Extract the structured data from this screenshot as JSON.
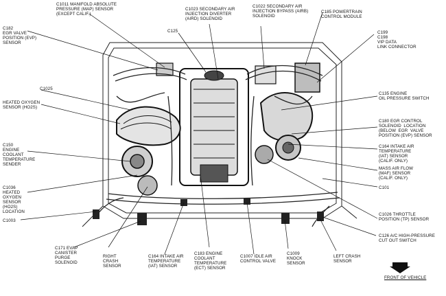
{
  "labels": {
    "c1011": "C1011 MANIFOLD ABSOLUTE\nPRESSURE (MAP) SENSOR\n(EXCEPT CALIF.)",
    "c182": "C182\nEGR VALVE\nPOSITION (EVP)\nSENSOR",
    "c1023": "C1023 SECONDARY AIR\nINJECTION DIVERTER\n(AIRD) SOLENOID",
    "c1022": "C1022 SECONDARY AIR\nINJECTION BYPASS (AIRB)\nSOLENOID",
    "c185": "C185 POWERTRAIN\nCONTROL MODULE",
    "c125": "C125",
    "c199": "C199\nC198\nVIP DATA\nLINK CONNECTOR",
    "c1025": "C1025",
    "ho2s": "HEATED OXYGEN\nSENSOR (HO2S)",
    "c135": "C135 ENGINE\nOIL PRESSURE SWITCH",
    "c180": "C180 EGR CONTROL\nSOLENOID  LOCATION\n(BELOW  EGR  VALVE\nPOSITION (EVP) SENSOR",
    "c150": "C150\nENGINE\nCOOLANT\nTEMPERATURE\nSENDER",
    "c164r": "C164 INTAKE AIR\nTEMPERATURE\n(IAT) SENSOR\n(CALIF. ONLY)",
    "maf": "MASS AIR FLOW\n(MAF) SENSOR\n(CALIF. ONLY)",
    "c1036": "C1036\nHEATED\nOXYGEN\nSENSOR\n(HO2S)\nLOCATION",
    "c101": "C101",
    "c1026": "C1026 THROTTLE\nPOSITION (TP) SENSOR",
    "c1003": "C1003",
    "c126": "C126 A/C HIGH-PRESSURE\nCUT OUT SWITCH",
    "c171": "C171 EVAP\nCANISTER\nPURGE\nSOLENOID",
    "right_crash": "RIGHT\nCRASH\nSENSOR",
    "c164b": "C164 INTAKE AIR\nTEMPERATURE\n(IAT) SENSOR",
    "c183": "C183 ENGINE\nCOOLANT\nTEMPERATURE\n(ECT) SENSOR",
    "c1007": "C1007 IDLE AIR\nCONTROL VALVE",
    "c1009": "C1009\nKNOCK\nSENSOR",
    "left_crash": "LEFT CRASH\nSENSOR",
    "front": "FRONT OF VEHICLE"
  }
}
